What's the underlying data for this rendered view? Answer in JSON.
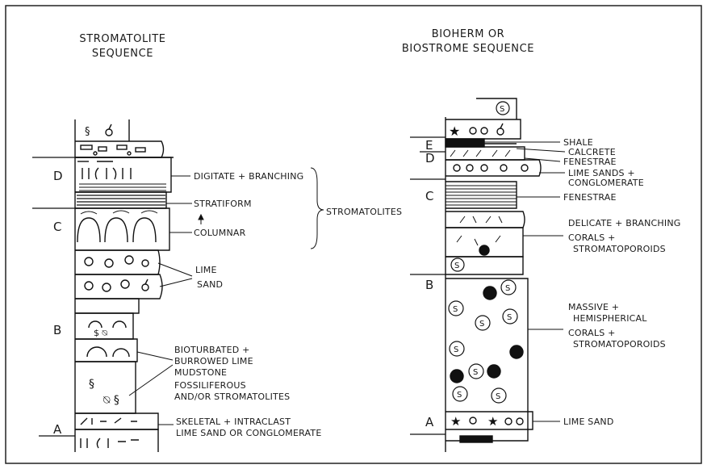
{
  "diagram": {
    "left": {
      "title_line1": "STROMATOLITE",
      "title_line2": "SEQUENCE",
      "units": [
        "A",
        "B",
        "C",
        "D"
      ],
      "labels": {
        "digitate": "DIGITATE + BRANCHING",
        "stratiform": "STRATIFORM",
        "columnar": "COLUMNAR",
        "stromatolites": "STROMATOLITES",
        "lime": "LIME",
        "sand": "SAND",
        "bioturbated1": "BIOTURBATED +",
        "bioturbated2": "BURROWED LIME",
        "bioturbated3": "MUDSTONE",
        "fossiliferous1": "FOSSILIFEROUS",
        "fossiliferous2": "AND/OR STROMATOLITES",
        "skeletal1": "SKELETAL + INTRACLAST",
        "skeletal2": "LIME SAND OR CONGLOMERATE"
      }
    },
    "right": {
      "title_line1": "BIOHERM OR",
      "title_line2": "BIOSTROME SEQUENCE",
      "units": [
        "A",
        "B",
        "C",
        "D",
        "E"
      ],
      "labels": {
        "shale": "SHALE",
        "calcrete": "CALCRETE",
        "fenestrae1": "FENESTRAE",
        "limesands1": "LIME SANDS +",
        "limesands2": "CONGLOMERATE",
        "fenestrae2": "FENESTRAE",
        "delicate1": "DELICATE + BRANCHING",
        "delicate2": "CORALS +",
        "delicate3": "STROMATOPOROIDS",
        "massive1": "MASSIVE +",
        "massive2": "HEMISPHERICAL",
        "massive3": "CORALS +",
        "massive4": "STROMATOPOROIDS",
        "limesand": "LIME SAND"
      },
      "symbol_s": "S"
    }
  }
}
